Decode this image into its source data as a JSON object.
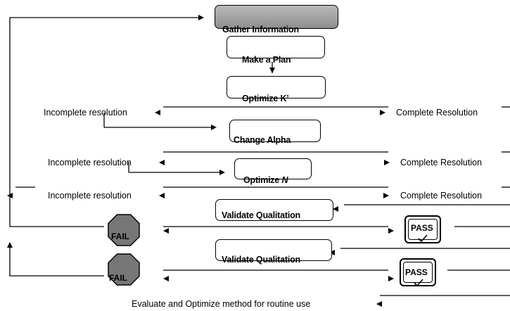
{
  "boxes": {
    "gather": "Gather Information",
    "plan": "Make a Plan",
    "optimize_k": "Optimize K’",
    "alpha": "Change Alpha",
    "optimize_n_prefix": "Optimize ",
    "optimize_n_var": "N",
    "validate1": "Validate Qualitation",
    "validate2": "Validate Qualitation"
  },
  "left_labels": {
    "row1": "Incomplete resolution",
    "row2": "Incomplete resolution",
    "row3": "Incomplete resolution"
  },
  "right_labels": {
    "row1": "Complete Resolution",
    "row2": "Complete Resolution",
    "row3": "Complete Resolution"
  },
  "fail": {
    "label1": "FAIL",
    "label2": "FAIL"
  },
  "pass": {
    "label1": "PASS",
    "label2": "PASS"
  },
  "footer": "Evaluate and Optimize method for routine use",
  "colors": {
    "stop_fill": "#777777",
    "shaded_box": "#a0a0a0",
    "line": "#000000"
  }
}
